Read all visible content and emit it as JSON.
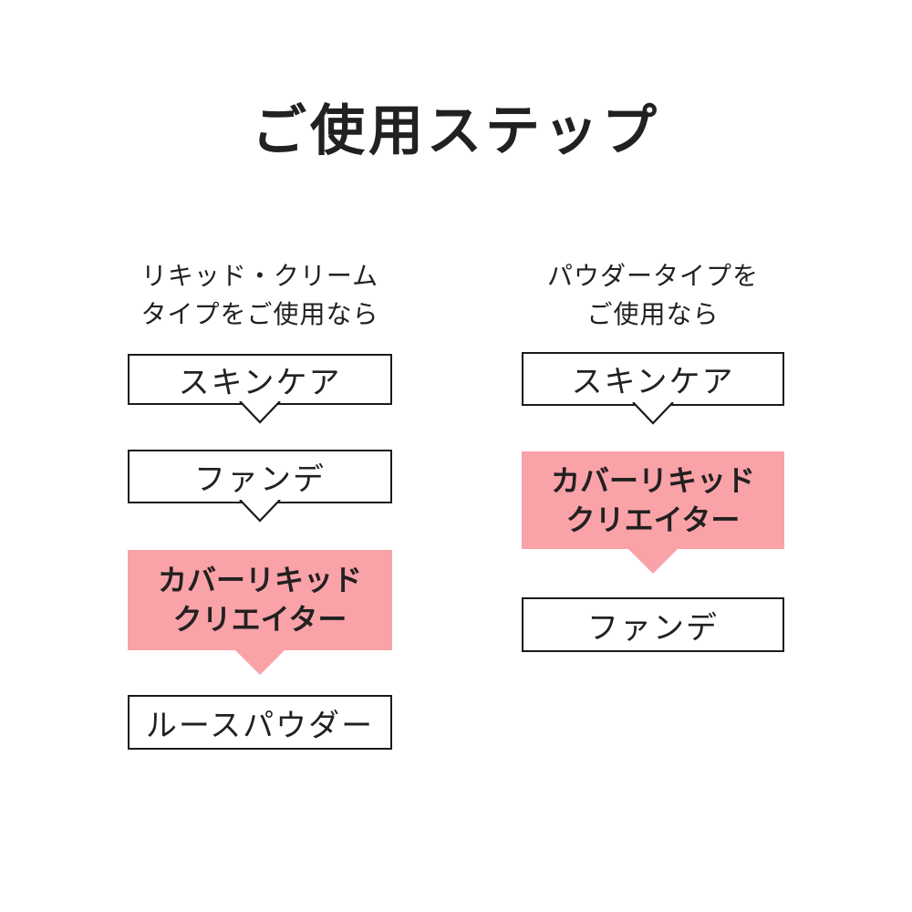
{
  "title": "ご使用ステップ",
  "colors": {
    "highlight_pink": "#F9A2A8",
    "ink": "#232021",
    "box_border": "#1c1919",
    "background": "#ffffff"
  },
  "columns": [
    {
      "name": "liquid-cream-type",
      "header_lines": [
        "リキッド・クリーム",
        "タイプをご使用なら"
      ],
      "steps": [
        {
          "lines": [
            "スキンケア"
          ],
          "highlight": false,
          "arrow": true
        },
        {
          "lines": [
            "ファンデ"
          ],
          "highlight": false,
          "arrow": true
        },
        {
          "lines": [
            "カバーリキッド",
            "クリエイター"
          ],
          "highlight": true,
          "arrow": true
        },
        {
          "lines": [
            "ルースパウダー"
          ],
          "highlight": false,
          "arrow": false
        }
      ]
    },
    {
      "name": "powder-type",
      "header_lines": [
        "パウダータイプを",
        "ご使用なら"
      ],
      "steps": [
        {
          "lines": [
            "スキンケア"
          ],
          "highlight": false,
          "arrow": true
        },
        {
          "lines": [
            "カバーリキッド",
            "クリエイター"
          ],
          "highlight": true,
          "arrow": true
        },
        {
          "lines": [
            "ファンデ"
          ],
          "highlight": false,
          "arrow": false
        }
      ]
    }
  ]
}
